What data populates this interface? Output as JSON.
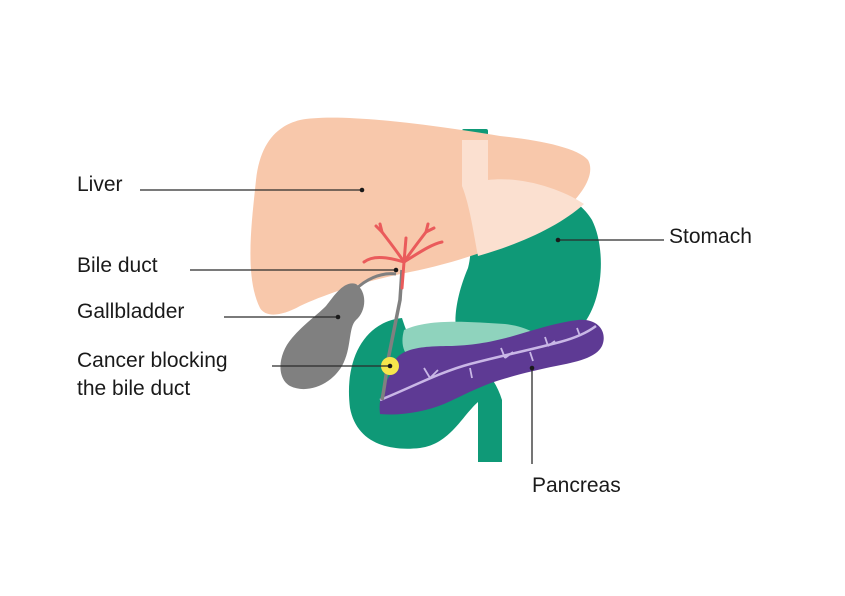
{
  "labels": {
    "liver": "Liver",
    "bile_duct": "Bile duct",
    "gallbladder": "Gallbladder",
    "cancer_line1": "Cancer blocking",
    "cancer_line2": "the bile duct",
    "stomach": "Stomach",
    "pancreas": "Pancreas"
  },
  "colors": {
    "liver": "#f8c8ab",
    "liver_overlap": "#fbe0d0",
    "stomach": "#0f9977",
    "stomach_inner": "#8fd3bd",
    "pancreas": "#5e3a94",
    "pancreas_vessel": "#c9b7e6",
    "gallbladder": "#808080",
    "bile_duct": "#ea5b5b",
    "tumour": "#f6e64c"
  }
}
